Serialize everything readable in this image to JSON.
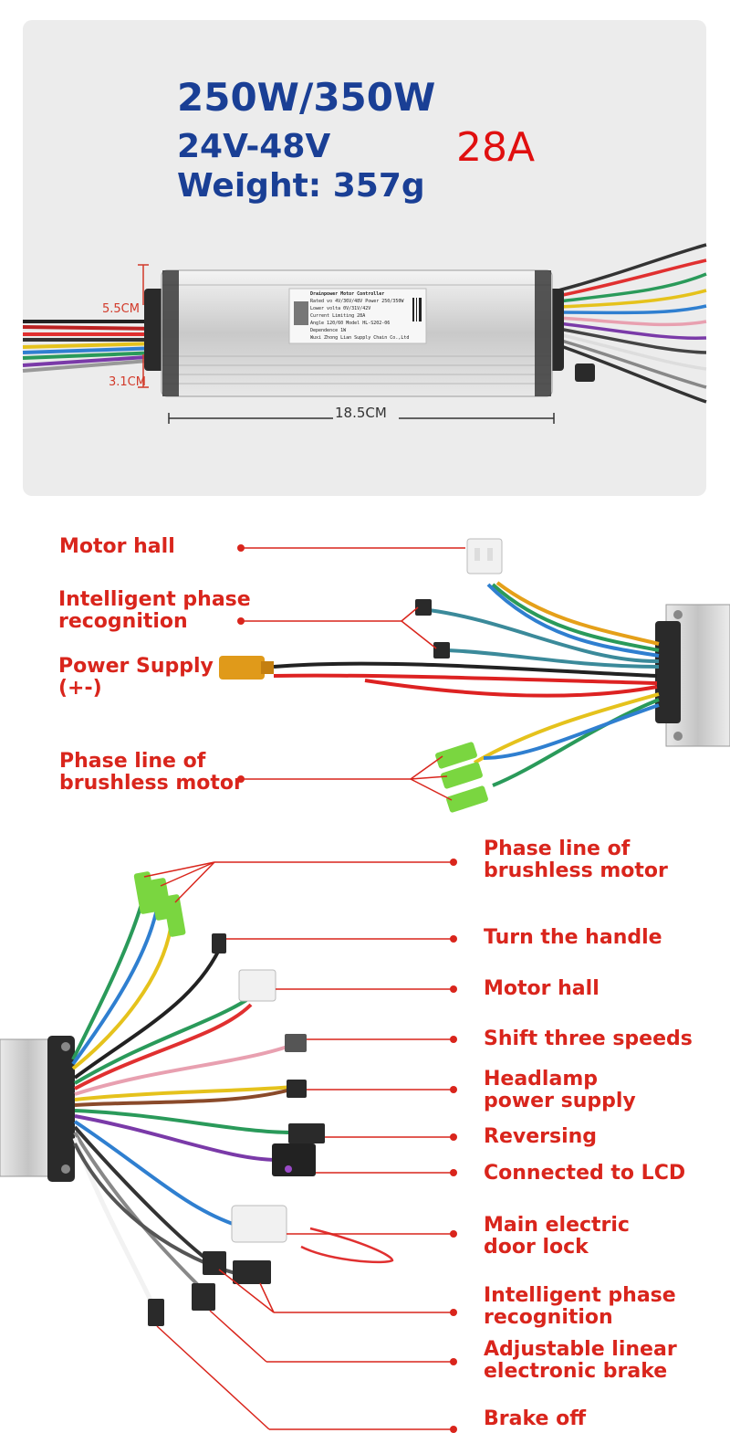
{
  "specs": {
    "power": "250W/350W",
    "voltage": "24V-48V",
    "weight": "Weight: 357g",
    "current": "28A"
  },
  "dimensions": {
    "height": "5.5CM",
    "thickness": "3.1CM",
    "length": "18.5CM"
  },
  "device_label": {
    "title": "Drainpower Motor Controller",
    "lines": [
      "Rated vo 4V/36V/48V   Power 250/350W",
      "Lower volta 0V/31V/42V",
      "Current Limiting 28A",
      "Angle 120/60   Model HL-S202-06",
      "Dependence 1W",
      "Wuxi Zhong Lian Supply Chain Co.,Ltd"
    ]
  },
  "colors": {
    "spec_blue": "#1a3f95",
    "label_red": "#d9251c",
    "amp_red": "#e01010",
    "panel_gray": "#ececec"
  },
  "section1": {
    "labels": [
      {
        "lines": [
          "Motor hall"
        ]
      },
      {
        "lines": [
          "Intelligent phase",
          "recognition"
        ]
      },
      {
        "lines": [
          "Power Supply",
          " (+-)"
        ]
      },
      {
        "lines": [
          "Phase line of",
          "brushless motor"
        ]
      }
    ]
  },
  "section2": {
    "labels": [
      {
        "lines": [
          "Phase line of",
          "brushless motor"
        ]
      },
      {
        "lines": [
          "Turn the handle"
        ]
      },
      {
        "lines": [
          "Motor hall"
        ]
      },
      {
        "lines": [
          "Shift three speeds"
        ]
      },
      {
        "lines": [
          "Headlamp",
          "power supply"
        ]
      },
      {
        "lines": [
          "Reversing"
        ]
      },
      {
        "lines": [
          "Connected to LCD"
        ]
      },
      {
        "lines": [
          "Main electric",
          "door lock"
        ]
      },
      {
        "lines": [
          "Intelligent phase",
          "recognition"
        ]
      },
      {
        "lines": [
          "Adjustable linear",
          "electronic brake"
        ]
      },
      {
        "lines": [
          "Brake off"
        ]
      }
    ]
  }
}
